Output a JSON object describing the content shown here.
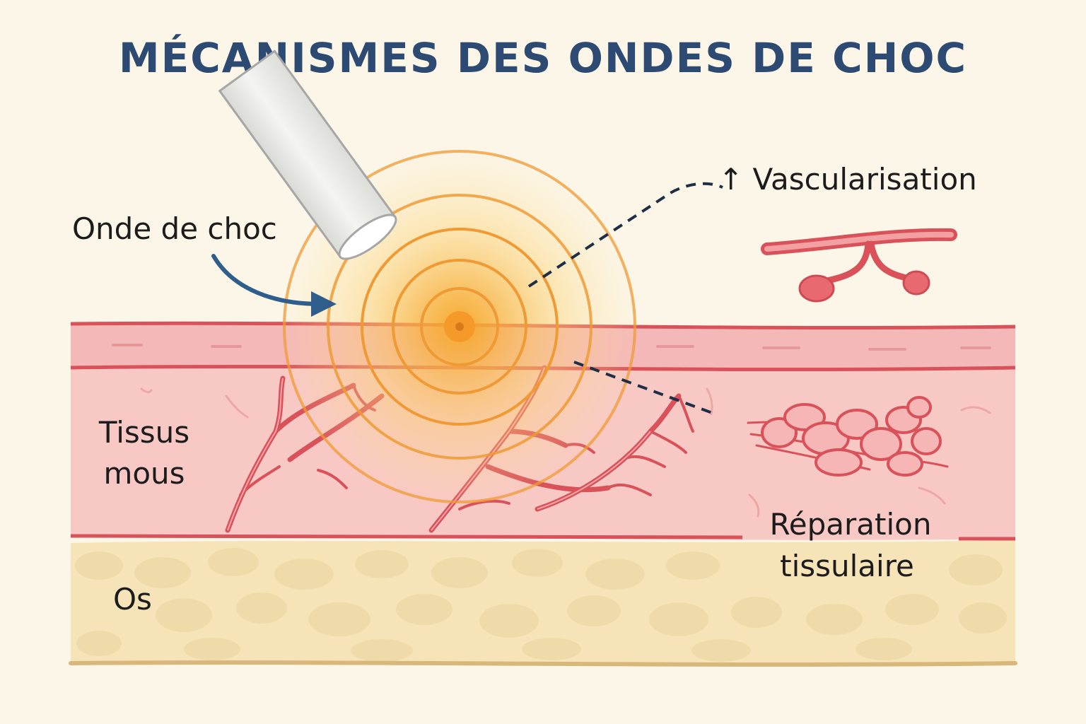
{
  "title": "MÉCANISMES DES ONDES DE CHOC",
  "labels": {
    "shockwave": "Onde de choc",
    "vascularization": "↑ Vascularisation",
    "soft_tissue_line1": "Tissus",
    "soft_tissue_line2": "mous",
    "bone": "Os",
    "repair_line1": "Réparation",
    "repair_line2": "tissulaire"
  },
  "colors": {
    "background": "#fcf6e8",
    "title": "#2d4a73",
    "skin_band": "#f4b8b8",
    "soft_tissue": "#f8c8c4",
    "tissue_border": "#d9525a",
    "bone": "#f6e4b8",
    "bone_cells": "#ecd8a6",
    "wave": "#ef9a34",
    "arrow": "#2f5e8c",
    "probe": "#e8e8e4"
  },
  "icons": {
    "probe": "applicator-probe-icon",
    "wave": "concentric-shockwave-icon",
    "arrow": "curved-arrow-icon",
    "vessel": "blood-vessel-icon",
    "cluster": "tissue-repair-cluster-icon"
  }
}
